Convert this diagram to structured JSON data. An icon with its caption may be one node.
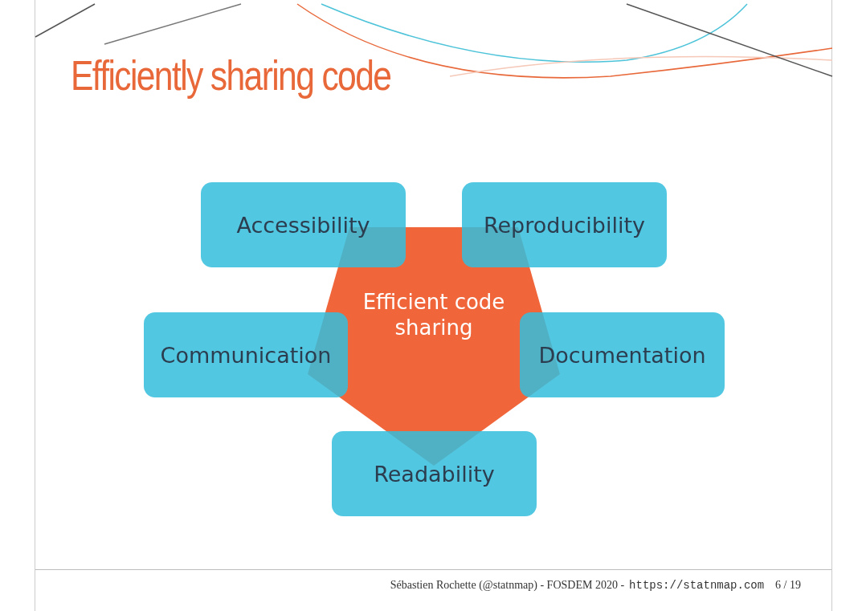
{
  "diagram": {
    "title": "Efficiently sharing code",
    "nodes": [
      {
        "text": [
          "Accessibility"
        ]
      },
      {
        "text": [
          "Reproducibility"
        ]
      },
      {
        "text": [
          "Efficient code sharing"
        ]
      },
      {
        "text": [
          "Communication"
        ]
      },
      {
        "text": [
          "Documentation"
        ]
      },
      {
        "text": [
          "Readability"
        ]
      }
    ],
    "edges": [],
    "labels": [
      "Sébastien Rochette (@statnmap) - FOSDEM 2020 -",
      "https://statnmap.com",
      "6 / 19"
    ]
  }
}
